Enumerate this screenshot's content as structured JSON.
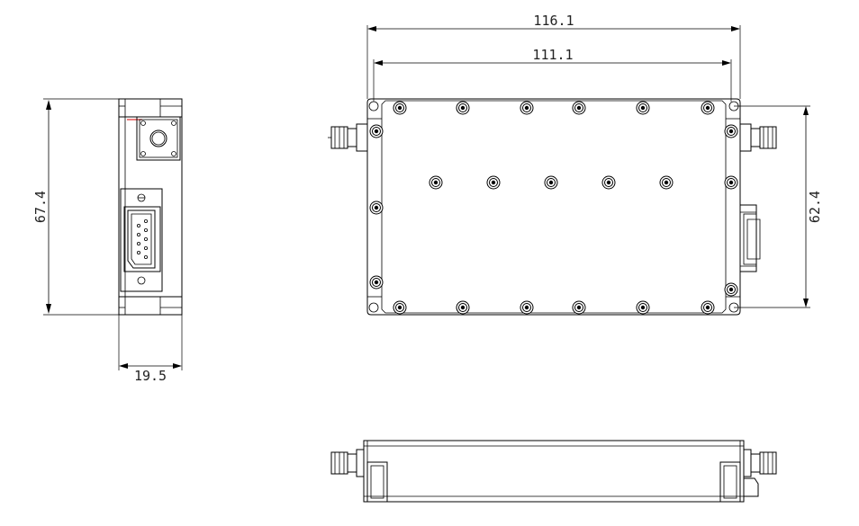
{
  "dimensions": {
    "side_height": "67.4",
    "side_width": "19.5",
    "top_overall_width": "116.1",
    "top_inner_width": "111.1",
    "top_hole_spacing": "62.4"
  },
  "colors": {
    "line": "#000000",
    "background": "#ffffff",
    "accent_mark": "#dd3333"
  }
}
